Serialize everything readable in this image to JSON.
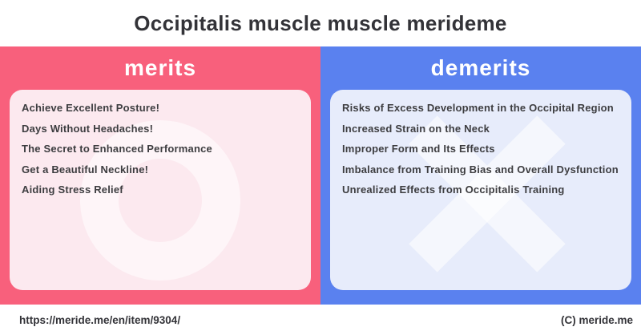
{
  "title": "Occipitalis muscle muscle merideme",
  "colors": {
    "merits_accent": "#f8607c",
    "demerits_accent": "#5a81ef",
    "merits_box": "#fce9ef",
    "demerits_box": "#e7ecfb",
    "header_text": "#ffffff",
    "body_text": "#3d3d40"
  },
  "panels": {
    "merits": {
      "label": "merits",
      "watermark_icon": "circle-o",
      "items": [
        "Achieve Excellent Posture!",
        "Days Without Headaches!",
        "The Secret to Enhanced Performance",
        "Get a Beautiful Neckline!",
        "Aiding Stress Relief"
      ]
    },
    "demerits": {
      "label": "demerits",
      "watermark_icon": "cross-x",
      "items": [
        "Risks of Excess Development in the Occipital Region",
        "Increased Strain on the Neck",
        "Improper Form and Its Effects",
        "Imbalance from Training Bias and Overall Dysfunction",
        "Unrealized Effects from Occipitalis Training"
      ]
    }
  },
  "footer": {
    "url": "https://meride.me/en/item/9304/",
    "copyright": "(C) meride.me"
  }
}
